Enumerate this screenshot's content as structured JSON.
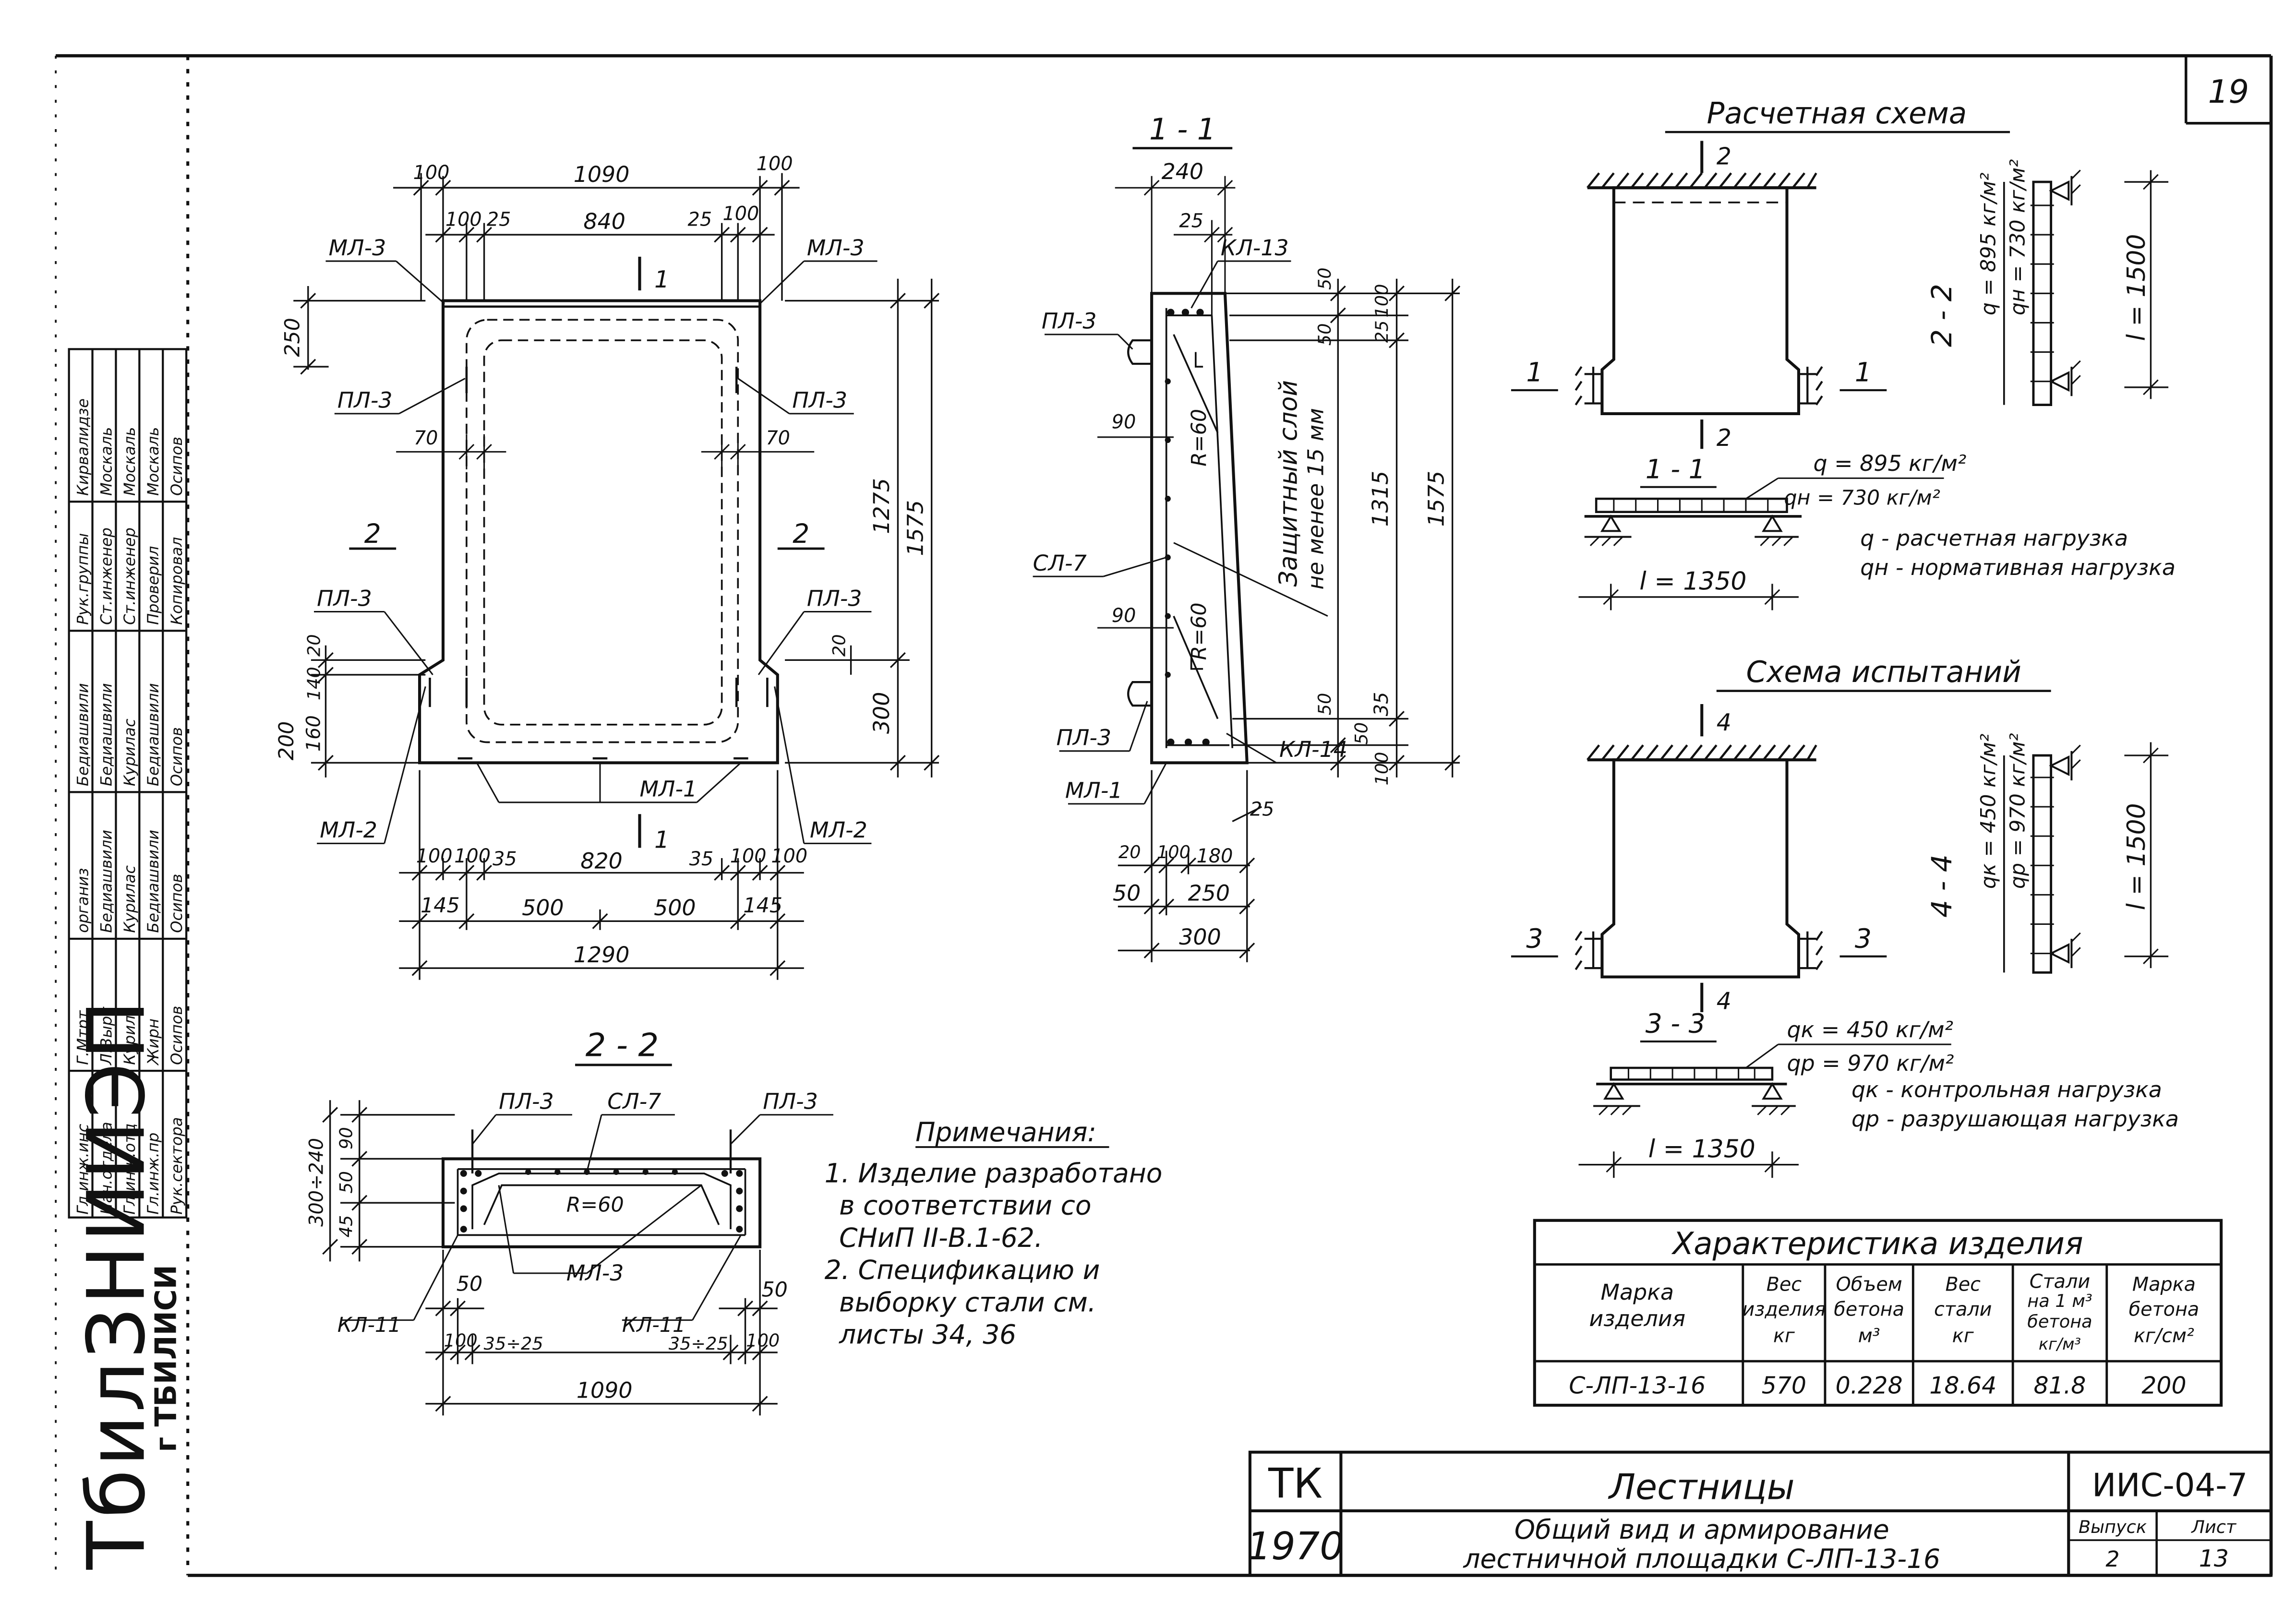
{
  "sheet": {
    "page_no": "19"
  },
  "org": {
    "name": "ТбилЗНИИЭП",
    "city": "г ТБИЛИСИ"
  },
  "signatures": {
    "rows": [
      [
        "Гл.инж.инс",
        "Г.Мтрт",
        "организ",
        "Бедиашвили",
        "Рук.группы",
        "Кирвалидзе"
      ],
      [
        "Нач.отдела",
        "Л.Вырт",
        "Бедиашвили",
        "Бедиашвили",
        "Ст.инженер",
        "Москаль"
      ],
      [
        "Гл.инж.отд",
        "Курил",
        "Курилас",
        "Курилас",
        "Ст.инженер",
        "Москаль"
      ],
      [
        "Гл.инж.пр",
        "Жирн",
        "Бедиашвили",
        "Бедиашвили",
        "Проверил",
        "Москаль"
      ],
      [
        "Рук.сектора",
        "Осипов",
        "Осипов",
        "Осипов",
        "Копировал",
        "Осипов"
      ]
    ]
  },
  "drawing": {
    "main_view": {
      "dims_top": [
        "100",
        "1090",
        "100"
      ],
      "dims_top2": [
        "100",
        "25",
        "840",
        "25",
        "100"
      ],
      "dims_bottom1": [
        "100",
        "100",
        "35",
        "820",
        "35",
        "100",
        "100"
      ],
      "dims_bottom2": [
        "145",
        "500",
        "500",
        "145"
      ],
      "dims_bottom3": "1290",
      "dims_right": [
        "1275",
        "300",
        "1575"
      ],
      "dims_left": [
        "250",
        "200",
        "160",
        "140",
        "20"
      ],
      "dim_70_left": "70",
      "dim_70_right": "70",
      "dim_20_right": "20",
      "labels": {
        "ml3_left": "МЛ-3",
        "ml3_right": "МЛ-3",
        "pl3_ul": "ПЛ-3",
        "pl3_ur": "ПЛ-3",
        "pl3_ll": "ПЛ-3",
        "pl3_lr": "ПЛ-3",
        "ml2_left": "МЛ-2",
        "ml2_right": "МЛ-2",
        "ml1": "МЛ-1",
        "sec2_left": "2",
        "sec2_right": "2",
        "sec1_top": "1",
        "sec1_bot": "1"
      }
    },
    "section_11": {
      "title": "1 - 1",
      "dims": {
        "d240": "240",
        "d25": "25",
        "d90": "90",
        "d90b": "90",
        "r60a": "R=60",
        "r60b": "R=60",
        "d50a": "50",
        "d100": "100",
        "d50b": "50",
        "d25b": "25",
        "d1315": "1315",
        "d1575": "1575",
        "d35": "35",
        "d50c": "50",
        "d50d": "50",
        "d100b": "100",
        "d25c": "25",
        "d20": "20",
        "d100c": "100",
        "d180": "180",
        "d50e": "50",
        "d250": "250",
        "d300": "300"
      },
      "labels": {
        "kl13": "КЛ-13",
        "pl3a": "ПЛ-3",
        "sl7": "СЛ-7",
        "pl3b": "ПЛ-3",
        "ml1": "МЛ-1",
        "kl14": "КЛ-14",
        "protect1": "Защитный слой",
        "protect2": "не менее 15 мм"
      }
    },
    "section_22": {
      "title": "2 - 2",
      "labels": {
        "pl3a": "ПЛ-3",
        "sl7": "СЛ-7",
        "pl3b": "ПЛ-3",
        "r60": "R=60",
        "ml3": "МЛ-3",
        "kl11a": "КЛ-11",
        "kl11b": "КЛ-11"
      },
      "dims": {
        "d90": "90",
        "d50": "50",
        "d45": "45",
        "d300": "300÷240",
        "d50a": "50",
        "d50b": "50",
        "d100a": "100",
        "d35a": "35÷25",
        "d35b": "35÷25",
        "d100b": "100",
        "d1090": "1090"
      }
    },
    "notes": {
      "title": "Примечания:",
      "lines": [
        "1. Изделие разработано",
        "в соответствии со",
        "СНиП II-В.1-62.",
        "2. Спецификацию и",
        "выборку стали см.",
        "листы 34, 36"
      ]
    },
    "calc_scheme": {
      "title": "Расчетная схема",
      "labels": {
        "c2top": "2",
        "c2bot": "2",
        "c1left": "1",
        "c1right": "1",
        "sec22": "2 - 2",
        "sec11": "1 - 1",
        "q": "q = 895 кг/м²",
        "qn": "qн = 730 кг/м²",
        "q_v": "q = 895 кг/м²",
        "qn_v": "qн = 730 кг/м²",
        "l1500": "l = 1500",
        "l1350": "l = 1350",
        "legend1": "q - расчетная нагрузка",
        "legend2": "qн - нормативная нагрузка"
      }
    },
    "test_scheme": {
      "title": "Схема испытаний",
      "labels": {
        "c4top": "4",
        "c4bot": "4",
        "c3left": "3",
        "c3right": "3",
        "sec44": "4 - 4",
        "sec33": "3 - 3",
        "qk": "qк = 450 кг/м²",
        "qp": "qр = 970 кг/м²",
        "qk_v": "qк = 450 кг/м²",
        "qp_v": "qр = 970 кг/м²",
        "l1500": "l = 1500",
        "l1350": "l = 1350",
        "legend1": "qк - контрольная нагрузка",
        "legend2": "qр - разрушающая нагрузка"
      }
    }
  },
  "product_table": {
    "title": "Характеристика изделия",
    "headers": [
      [
        "Марка",
        "изделия"
      ],
      [
        "Вес",
        "изделия",
        "кг"
      ],
      [
        "Объем",
        "бетона",
        "м³"
      ],
      [
        "Вес",
        "стали",
        "кг"
      ],
      [
        "Стали",
        "на 1 м³",
        "бетона",
        "кг/м³"
      ],
      [
        "Марка",
        "бетона",
        "кг/см²"
      ]
    ],
    "row": [
      "С-ЛП-13-16",
      "570",
      "0.228",
      "18.64",
      "81.8",
      "200"
    ]
  },
  "title_block": {
    "tk": "ТК",
    "year": "1970",
    "subject": "Лестницы",
    "title_line1": "Общий вид и армирование",
    "title_line2": "лестничной площадки С-ЛП-13-16",
    "code": "ИИС-04-7",
    "issue_label": "Выпуск",
    "issue": "2",
    "sheet_label": "Лист",
    "sheet": "13"
  }
}
